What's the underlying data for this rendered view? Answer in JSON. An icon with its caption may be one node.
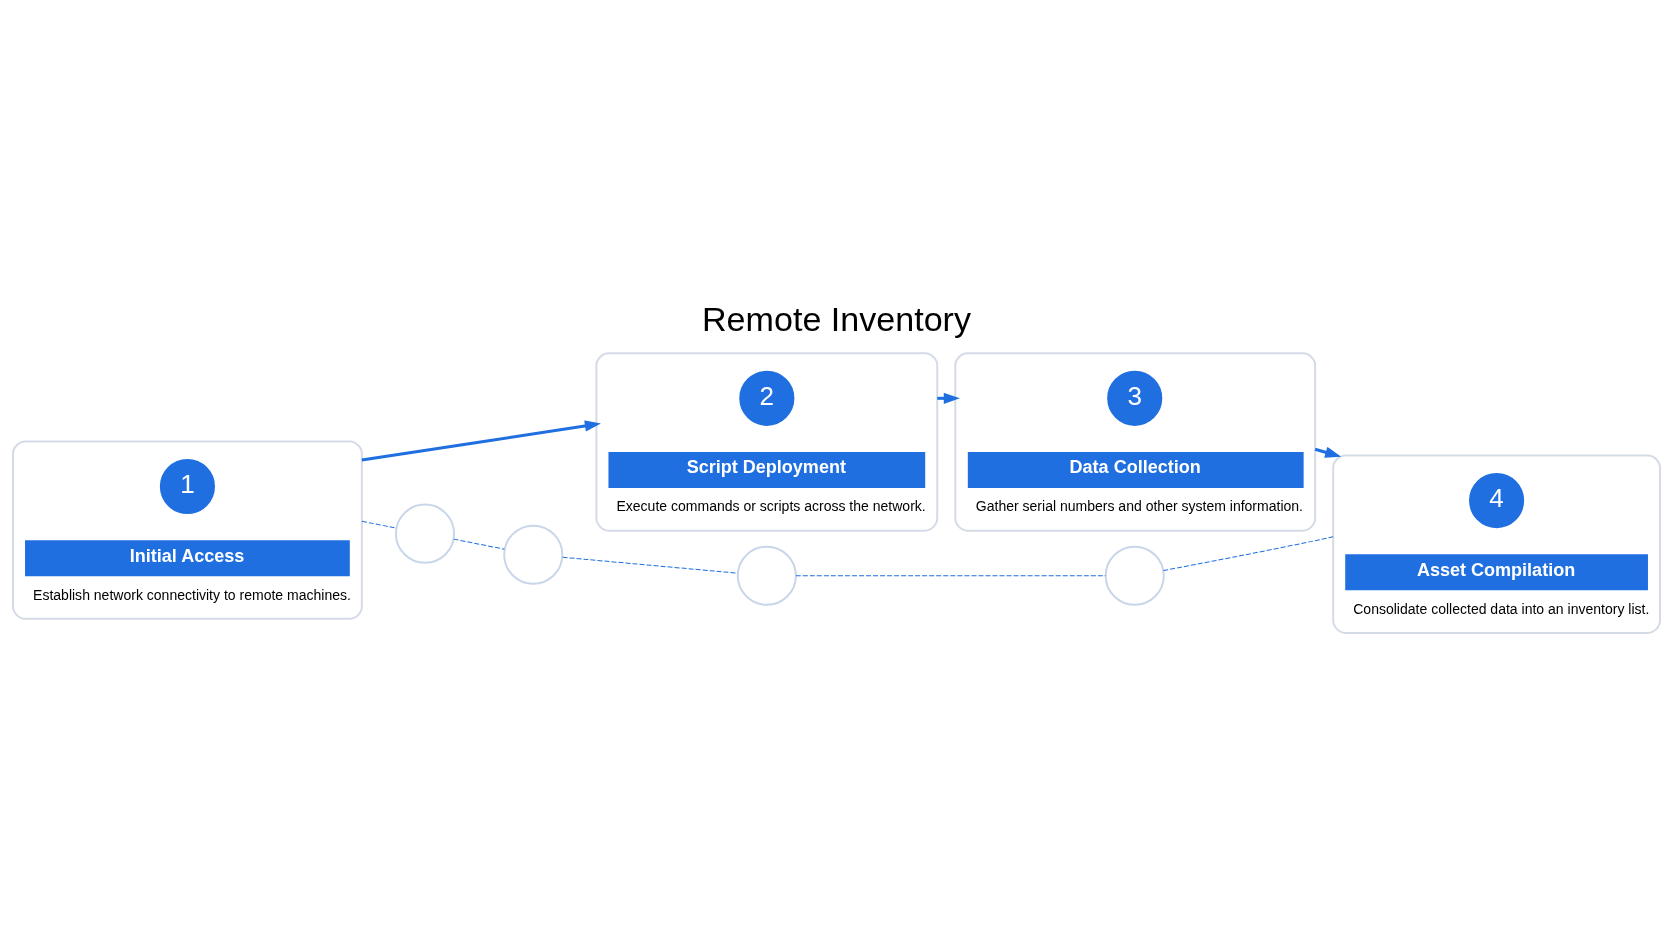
{
  "diagram": {
    "title": "Remote Inventory",
    "nodes": [
      {
        "text": [
          "Initial Access",
          "Establish network connectivity to remote machines."
        ]
      },
      {
        "text": [
          "1"
        ],
        "in": 0
      },
      {
        "text": [
          "Script Deployment",
          "Execute commands or scripts across the network."
        ]
      },
      {
        "text": [
          "2"
        ],
        "in": 2
      },
      {
        "text": [
          "Data Collection",
          "Gather serial numbers and other system information."
        ]
      },
      {
        "text": [
          "3"
        ],
        "in": 4
      },
      {
        "text": [
          "Asset Compilation",
          "Consolidate collected data into an inventory list."
        ]
      },
      {
        "text": [
          "4"
        ],
        "in": 6
      },
      {
        "text": [],
        "shape": "circle"
      },
      {
        "text": [],
        "shape": "circle"
      },
      {
        "text": [],
        "shape": "circle"
      },
      {
        "text": [],
        "shape": "circle"
      }
    ],
    "edges": [
      {
        "from": 0,
        "to": 2,
        "arrow": "to"
      },
      {
        "from": 2,
        "to": 4,
        "arrow": "to"
      },
      {
        "from": 4,
        "to": 6,
        "arrow": "to"
      },
      {
        "from": 0,
        "to": 8,
        "arrow": "none",
        "style": "dashed"
      },
      {
        "from": 8,
        "to": 9,
        "arrow": "none",
        "style": "dashed"
      },
      {
        "from": 9,
        "to": 10,
        "arrow": "none",
        "style": "dashed"
      },
      {
        "from": 10,
        "to": 11,
        "arrow": "none",
        "style": "dashed"
      },
      {
        "from": 11,
        "to": 6,
        "arrow": "none",
        "style": "dashed"
      }
    ]
  }
}
